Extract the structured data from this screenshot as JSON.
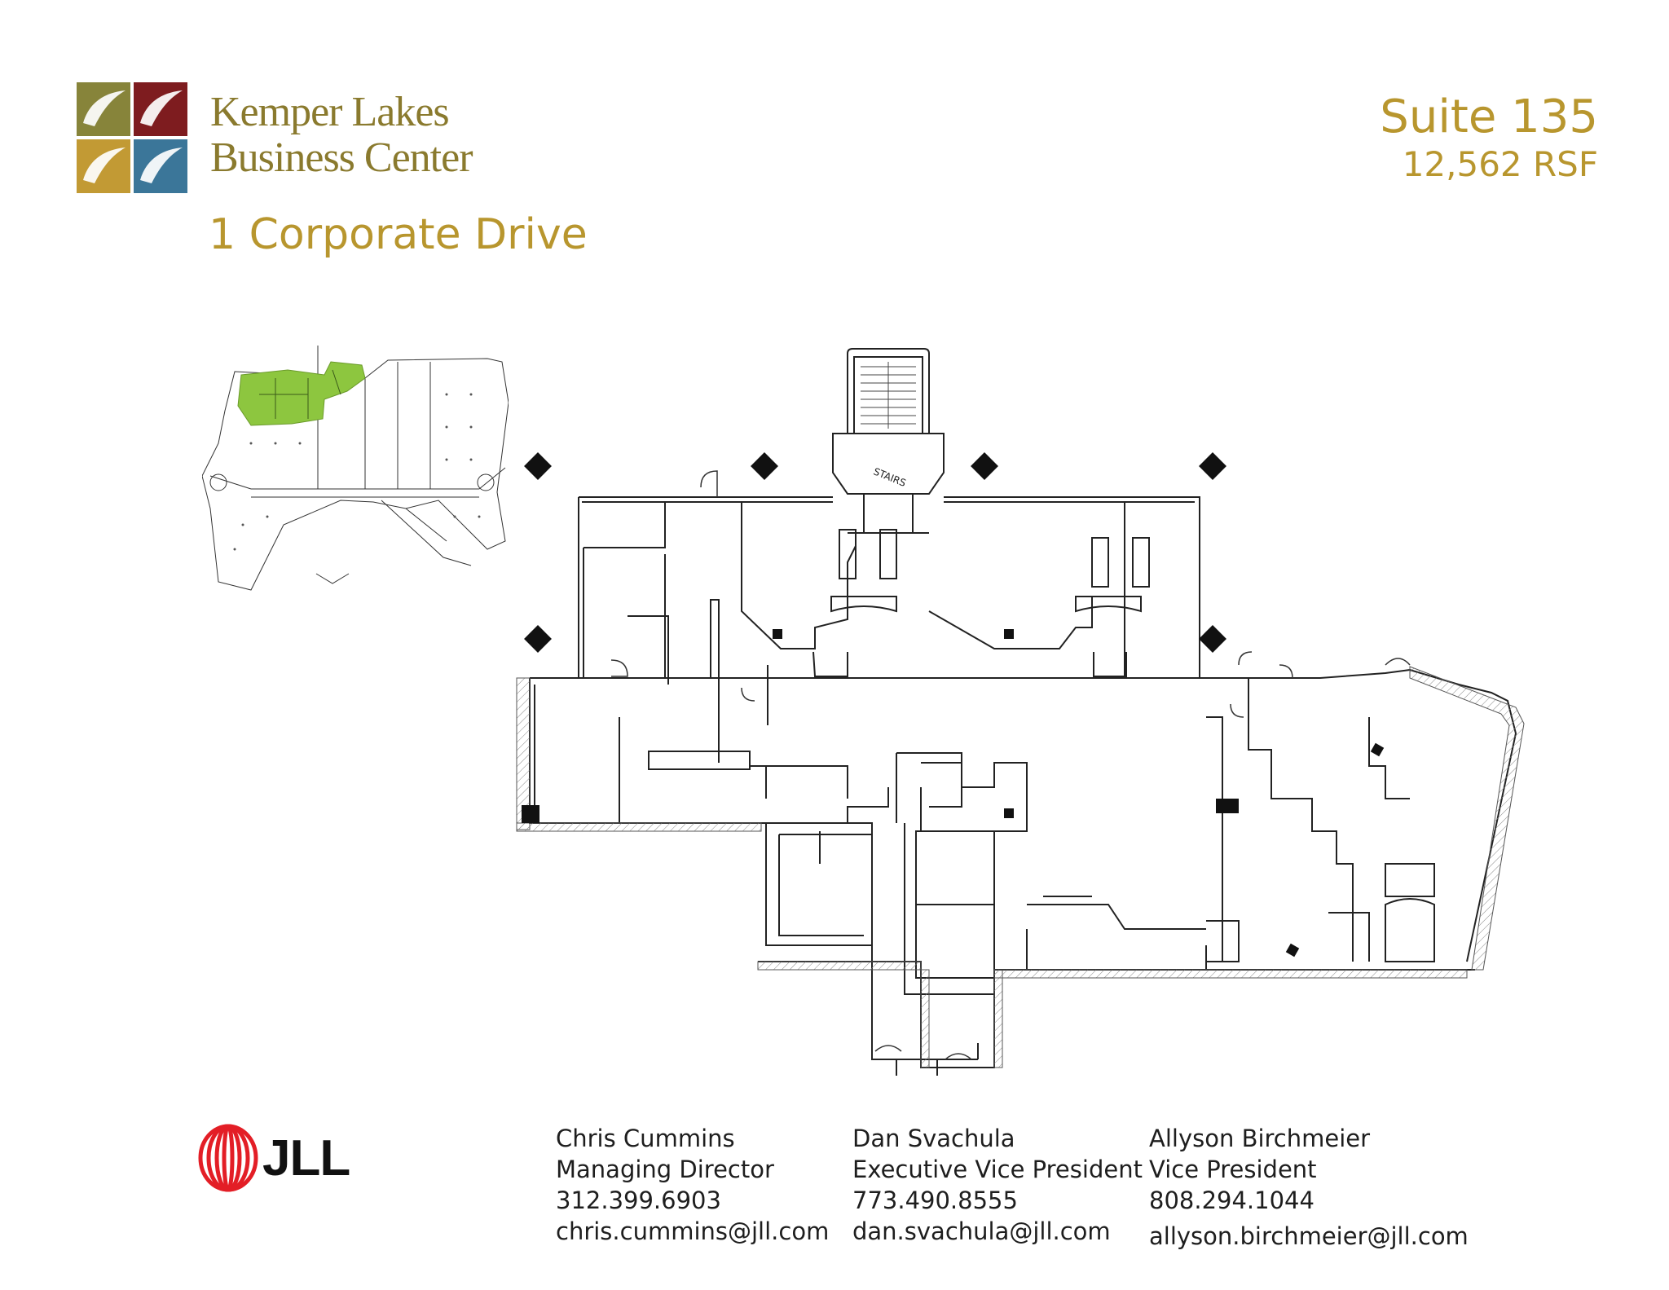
{
  "brand": {
    "name_line1": "Kemper Lakes",
    "name_line2": "Business Center",
    "colors": {
      "olive": "#87843a",
      "maroon": "#7e1c1f",
      "gold": "#c29a34",
      "blue": "#3b7699",
      "text_gold": "#b8962e",
      "keyplan_highlight": "#8dc63f",
      "jll_red": "#e31e26"
    }
  },
  "address": "1 Corporate Drive",
  "suite": {
    "name": "Suite 135",
    "area": "12,562 RSF"
  },
  "floorplan": {
    "stairs_label": "STAIRS"
  },
  "agency": {
    "logo_text": "JLL"
  },
  "contacts": [
    {
      "name": "Chris Cummins",
      "title": "Managing Director",
      "phone": "312.399.6903",
      "email": "chris.cummins@jll.com"
    },
    {
      "name": "Dan Svachula",
      "title": "Executive Vice President",
      "phone": "773.490.8555",
      "email": "dan.svachula@jll.com"
    },
    {
      "name": "Allyson Birchmeier",
      "title": "Vice President",
      "phone": "808.294.1044",
      "email": "allyson.birchmeier@jll.com"
    }
  ]
}
